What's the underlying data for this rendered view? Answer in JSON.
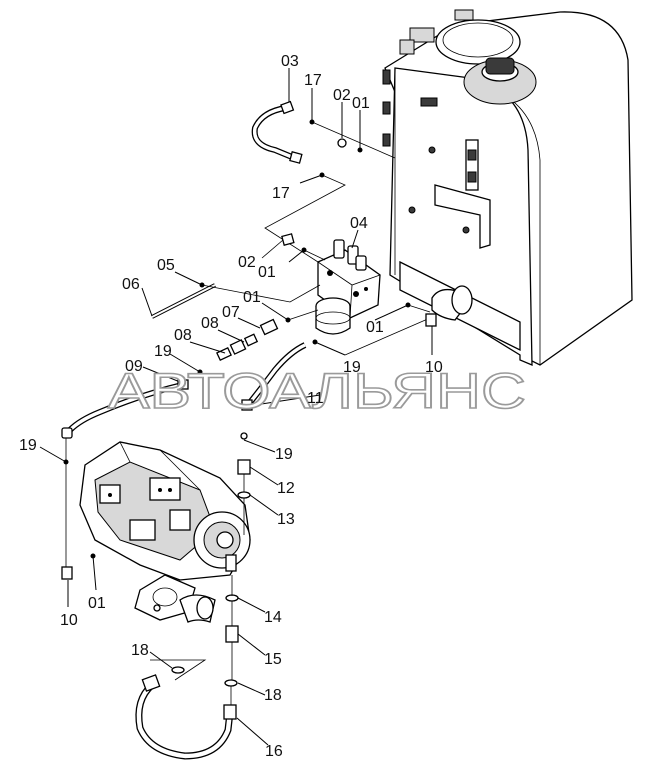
{
  "watermark": "АВТОАЛЬЯНС",
  "callouts": [
    {
      "id": "c03",
      "text": "03"
    },
    {
      "id": "c17a",
      "text": "17"
    },
    {
      "id": "c02a",
      "text": "02"
    },
    {
      "id": "c01a",
      "text": "01"
    },
    {
      "id": "c17b",
      "text": "17"
    },
    {
      "id": "c04",
      "text": "04"
    },
    {
      "id": "c05",
      "text": "05"
    },
    {
      "id": "c02b",
      "text": "02"
    },
    {
      "id": "c01b",
      "text": "01"
    },
    {
      "id": "c06",
      "text": "06"
    },
    {
      "id": "c01c",
      "text": "01"
    },
    {
      "id": "c07",
      "text": "07"
    },
    {
      "id": "c08a",
      "text": "08"
    },
    {
      "id": "c08b",
      "text": "08"
    },
    {
      "id": "c01d",
      "text": "01"
    },
    {
      "id": "c19a",
      "text": "19"
    },
    {
      "id": "c09",
      "text": "09"
    },
    {
      "id": "c19b",
      "text": "19"
    },
    {
      "id": "c10a",
      "text": "10"
    },
    {
      "id": "c11",
      "text": "11"
    },
    {
      "id": "c19c",
      "text": "19"
    },
    {
      "id": "c19d",
      "text": "19"
    },
    {
      "id": "c12",
      "text": "12"
    },
    {
      "id": "c13",
      "text": "13"
    },
    {
      "id": "c14",
      "text": "14"
    },
    {
      "id": "c15",
      "text": "15"
    },
    {
      "id": "c18a",
      "text": "18"
    },
    {
      "id": "c18b",
      "text": "18"
    },
    {
      "id": "c16",
      "text": "16"
    },
    {
      "id": "c10b",
      "text": "10"
    },
    {
      "id": "c01e",
      "text": "01"
    }
  ]
}
